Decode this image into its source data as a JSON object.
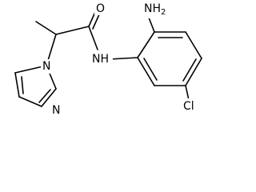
{
  "molecule": {
    "atom_labels": {
      "carbonyl_oxygen": "O",
      "aniline_amine": "NH",
      "amine_subscript": "2",
      "amide_nitrogen": "NH",
      "imidazole_n1": "N",
      "imidazole_n3": "N",
      "chlorine": "Cl"
    }
  }
}
